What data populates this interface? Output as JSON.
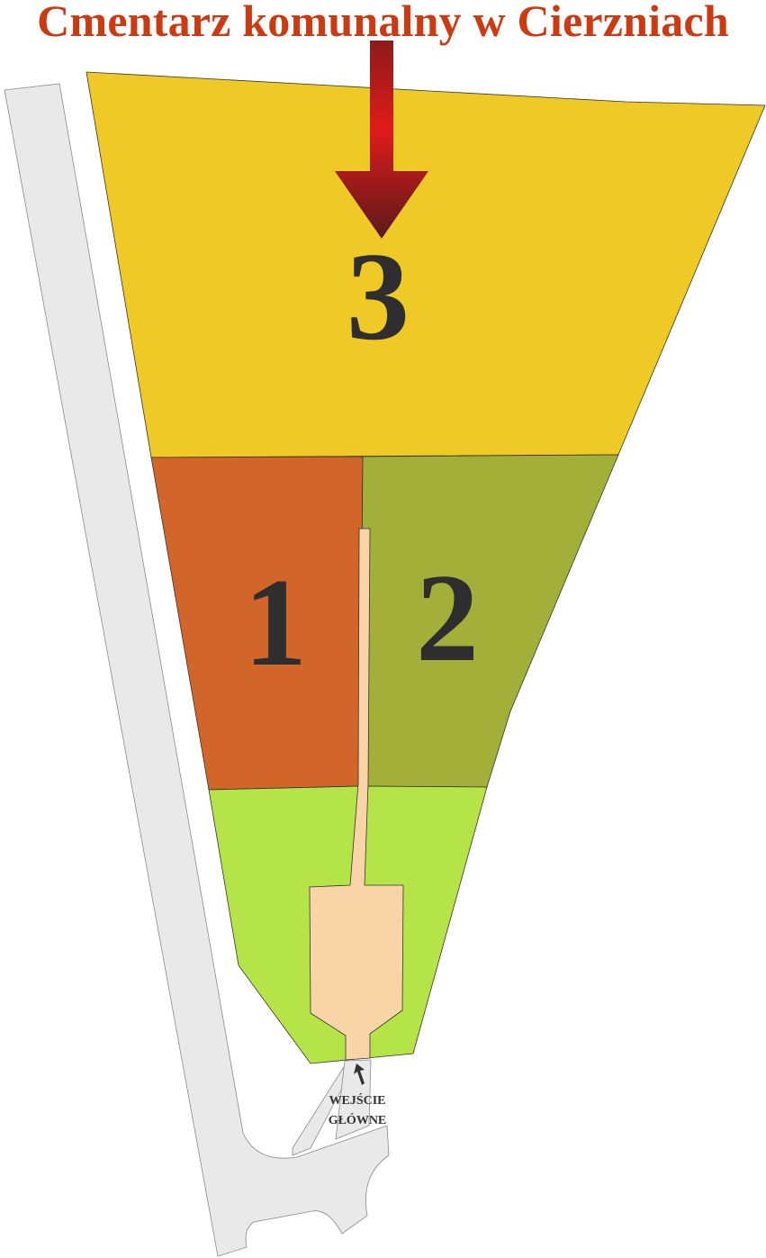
{
  "title": "Cmentarz komunalny w Cierzniach",
  "sections": [
    {
      "label": "3",
      "color": "#efca26"
    },
    {
      "label": "1",
      "color": "#d1652a"
    },
    {
      "label": "2",
      "color": "#a2b039"
    },
    {
      "label": "",
      "color": "#b5e448"
    }
  ],
  "entrance": {
    "line1": "WEJŚCIE",
    "line2": "GŁÓWNE"
  },
  "colors": {
    "road": "#e9e9e9",
    "path": "#f9d4a6",
    "title": "#cc3a12"
  }
}
